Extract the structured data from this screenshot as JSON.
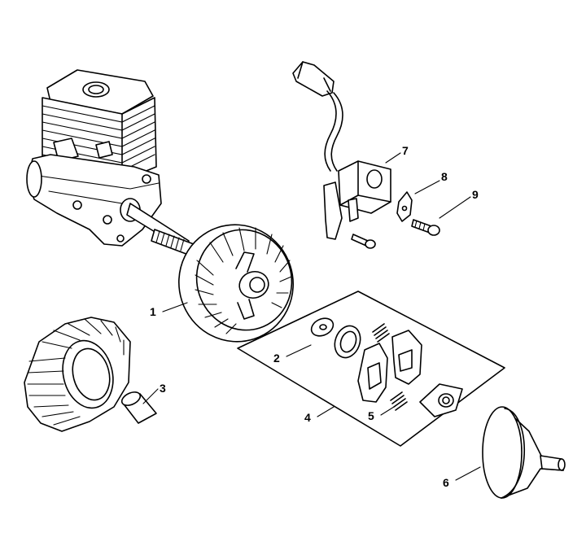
{
  "parts": [
    {
      "id": "1",
      "label": "1"
    },
    {
      "id": "2",
      "label": "2"
    },
    {
      "id": "3",
      "label": "3"
    },
    {
      "id": "4",
      "label": "4"
    },
    {
      "id": "5",
      "label": "5"
    },
    {
      "id": "6",
      "label": "6"
    },
    {
      "id": "7",
      "label": "7"
    },
    {
      "id": "8",
      "label": "8"
    },
    {
      "id": "9",
      "label": "9"
    }
  ]
}
